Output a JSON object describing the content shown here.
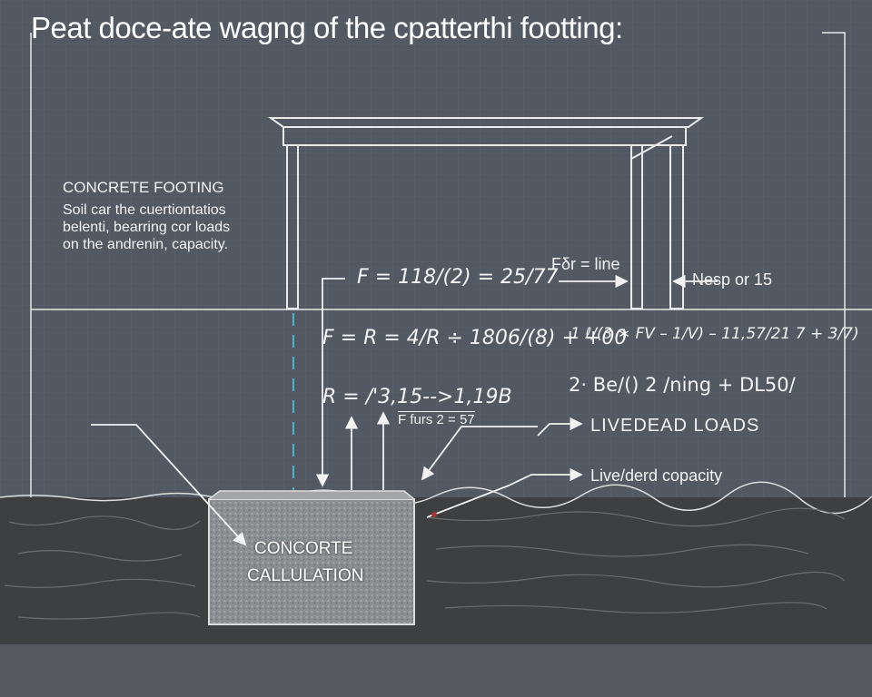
{
  "title": "Peat doce-ate wagng of the cpatterthi footting:",
  "note": {
    "heading": "CONCRETE FOOTING",
    "lines": [
      "Soil car the cuertiontatios",
      "belenti, bearring cor loads",
      "on the andrenin, capacity."
    ]
  },
  "equations": {
    "eq1": "F = 118/(2) = 25/77",
    "eq2": "F = R = 4/R ÷ 1806/(8) + +00",
    "eq3": "R = /'3,15-->1,19B",
    "eq3_sub": "F furs 2 = 57",
    "eq4": "1  ℓ/(3 ∗ FV – 1/V) – 11,57/21 7 + 3/7)",
    "eq5": "2· Be/() 2 /ning + DL50/"
  },
  "labels": {
    "force_line": "Fδr = line",
    "nesp": "Nesp or 15",
    "loads": "LIVEDEAD LOADS",
    "capacity": "Live/derd copacity"
  },
  "footing": {
    "line1": "CONCORTE",
    "line2": "CALLULATION"
  },
  "colors": {
    "background": "#525963",
    "soil": "#3c3e40",
    "concrete": "#8e9194",
    "line": "#f2f2f2",
    "dashed_axis": "#4fb3c8"
  }
}
